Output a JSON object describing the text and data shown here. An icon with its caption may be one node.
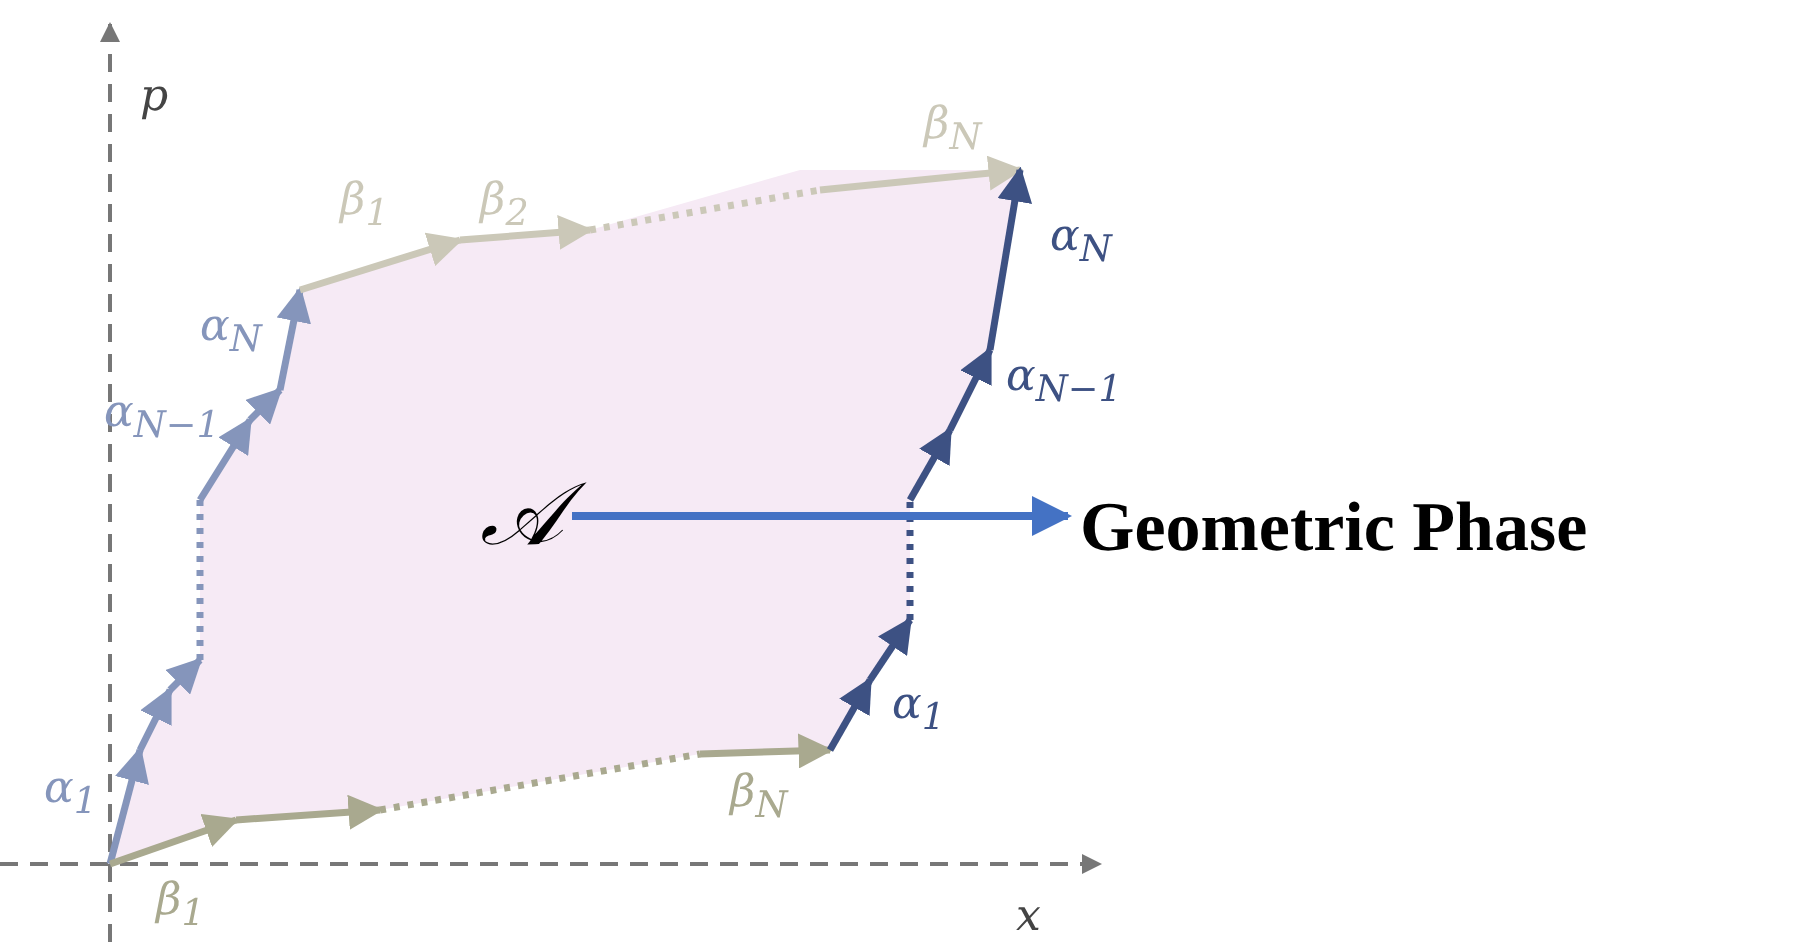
{
  "diagram": {
    "nodes": [
      {
        "text": [
          "𝒜"
        ]
      },
      {
        "text": [
          "Geometric Phase"
        ]
      }
    ],
    "edges": [
      {
        "from": 0,
        "to": 1,
        "arrow": "to",
        "color": "#4472c4"
      }
    ],
    "labels": [
      "p",
      "β$_{N}$",
      "β$_{1}$",
      "β$_{2}$",
      "α$_{N}$",
      "α$_{N}$",
      "α$_{N−1}$",
      "α$_{N−1}$",
      "α$_{1}$",
      "α$_{1}$",
      "β$_{N}$",
      "β$_{1}$",
      "x"
    ]
  }
}
